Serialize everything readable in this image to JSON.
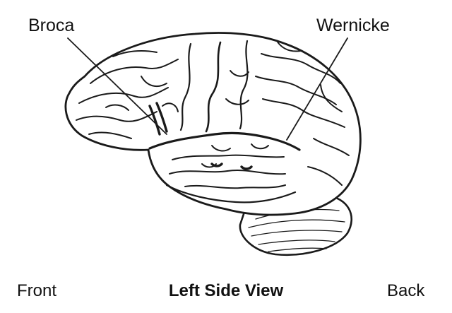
{
  "callouts": {
    "broca": "Broca",
    "wernicke": "Wernicke"
  },
  "orientation": {
    "front": "Front",
    "view_title": "Left Side View",
    "back": "Back"
  },
  "colors": {
    "outline": "#1a1a1a",
    "region_highlight": "#c8c8c8",
    "background": "#ffffff"
  },
  "icons": {
    "brain": "brain-illustration-left-lateral"
  }
}
